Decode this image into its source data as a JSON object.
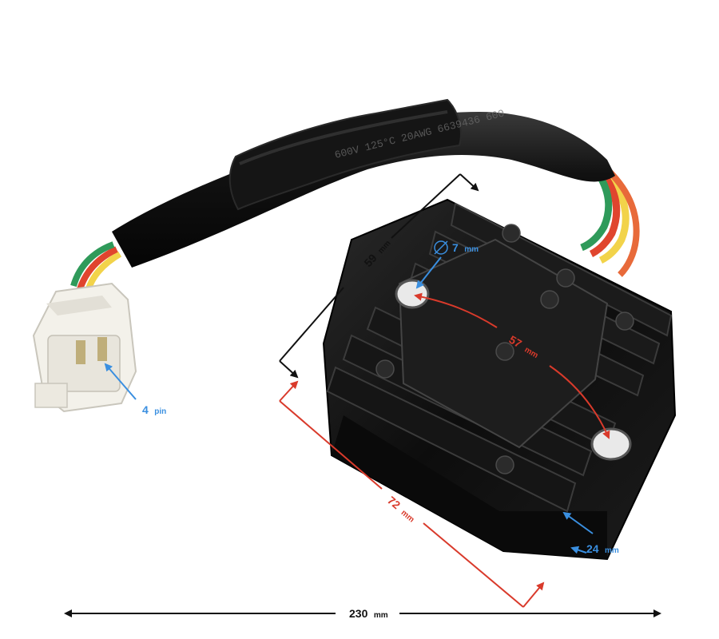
{
  "dimensions": {
    "total_length": {
      "value": "230",
      "unit": "mm"
    },
    "body_length": {
      "value": "72",
      "unit": "mm"
    },
    "body_width": {
      "value": "59",
      "unit": "mm"
    },
    "hole_spacing": {
      "value": "57",
      "unit": "mm"
    },
    "hole_diameter": {
      "value": "7",
      "unit": "mm"
    },
    "body_height": {
      "value": "24",
      "unit": "mm"
    },
    "connector_pins": {
      "value": "4",
      "unit": "pin"
    }
  },
  "colors": {
    "accent_blue": "#3a8fe0",
    "accent_red": "#d93a2b",
    "dimension_black": "#111111",
    "wire_green": "#2f9a5a",
    "wire_red": "#e0452e",
    "wire_yellow": "#f2d34a"
  }
}
